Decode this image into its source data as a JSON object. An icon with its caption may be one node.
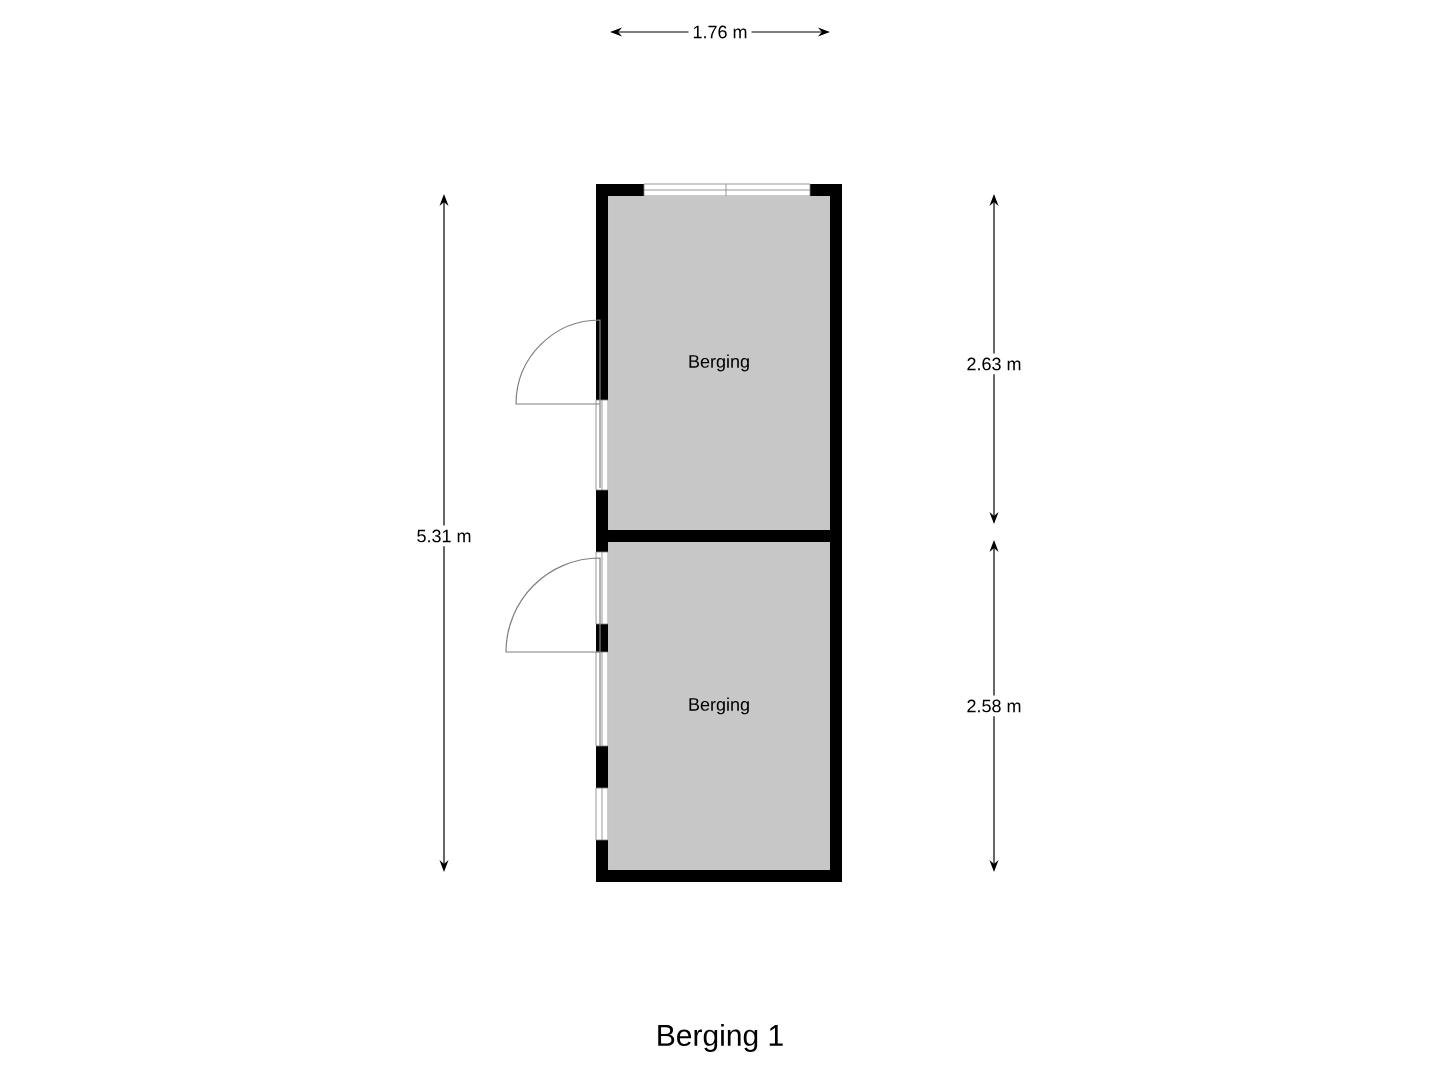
{
  "diagram": {
    "title": "Berging 1",
    "nodes": [
      {
        "text": [
          "Berging"
        ]
      },
      {
        "text": [
          "Berging"
        ]
      }
    ],
    "labels": [
      "1.76 m",
      "5.31 m",
      "2.63 m",
      "2.58 m"
    ]
  }
}
